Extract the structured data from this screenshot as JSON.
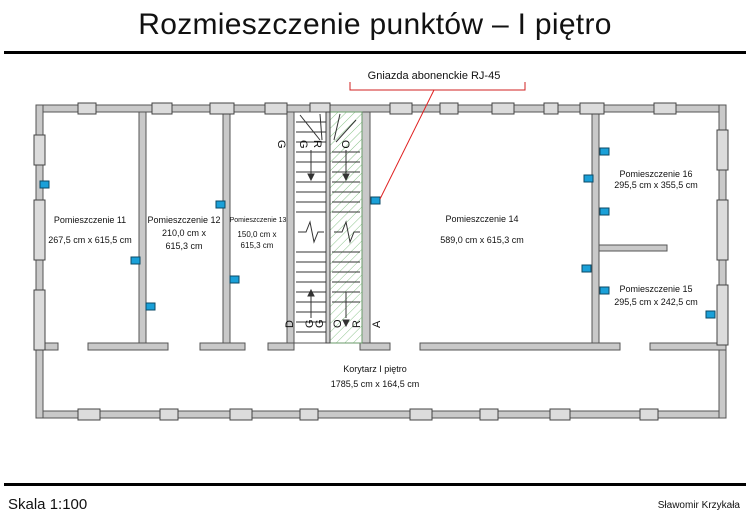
{
  "title": "Rozmieszczenie punktów – I piętro",
  "callout": "Gniazda abonenckie RJ-45",
  "scale": "Skala 1:100",
  "author": "Sławomir Krzykała",
  "colors": {
    "socket": "#1aa0d8",
    "wall": "#c8c8c8",
    "callout_line": "#e02020",
    "stair_hatch": "#7ab87a"
  },
  "rooms": [
    {
      "id": "r11",
      "name": "Pomieszczenie 11",
      "size": "267,5 cm x 615,5 cm"
    },
    {
      "id": "r12",
      "name": "Pomieszczenie 12",
      "size1": "210,0 cm x",
      "size2": "615,3 cm"
    },
    {
      "id": "r13",
      "name": "Pomieszczenie 13",
      "size1": "150,0 cm x",
      "size2": "615,3 cm"
    },
    {
      "id": "r14",
      "name": "Pomieszczenie 14",
      "size": "589,0 cm x 615,3 cm"
    },
    {
      "id": "r16",
      "name": "Pomieszczenie 16",
      "size": "295,5 cm x 355,5 cm"
    },
    {
      "id": "r15",
      "name": "Pomieszczenie 15",
      "size": "295,5 cm x 242,5 cm"
    },
    {
      "id": "corridor",
      "name": "Korytarz I piętro",
      "size": "1785,5 cm x 164,5 cm"
    }
  ],
  "stair_letters_top": [
    "G",
    "G",
    "R",
    "O"
  ],
  "stair_letters_bottom": [
    "D",
    "G",
    "G",
    "O",
    "R",
    "A"
  ]
}
